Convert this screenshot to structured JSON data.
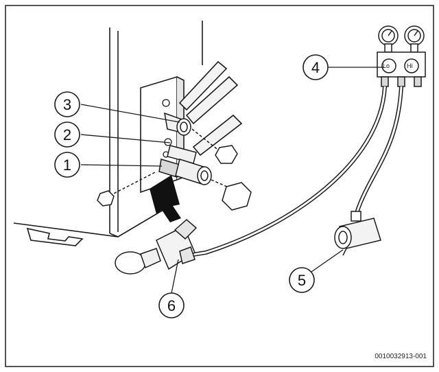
{
  "callouts": [
    {
      "id": "1",
      "label": "1"
    },
    {
      "id": "2",
      "label": "2"
    },
    {
      "id": "3",
      "label": "3"
    },
    {
      "id": "4",
      "label": "4"
    },
    {
      "id": "5",
      "label": "5"
    },
    {
      "id": "6",
      "label": "6"
    }
  ],
  "gauge": {
    "lo_label": "Lo",
    "hi_label": "Hi"
  },
  "reference_code": "0010032913-001",
  "colors": {
    "line": "#1a1a1a",
    "shade": "#bdbdbd",
    "fill": "#ffffff",
    "arrow": "#111111"
  }
}
